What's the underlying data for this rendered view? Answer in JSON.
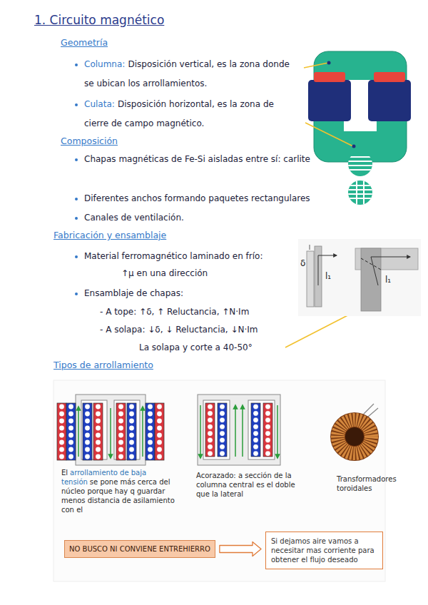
{
  "diagram": {
    "title": "1. Circuito magnético",
    "nodes": [
      {
        "text": [
          "NO BUSCO NI CONVIENE ENTREHIERRO"
        ]
      },
      {
        "text": [
          "Si dejamos aire vamos a necesitar mas corriente para obtener el flujo deseado"
        ]
      }
    ],
    "edges": [
      {
        "from": 0,
        "to": 1,
        "arrow": "to"
      }
    ],
    "labels": [
      "Geometría",
      "Columna:",
      "Disposición vertical, es la zona donde se ubican los arrollamientos.",
      "Culata:",
      "Disposición horizontal, es la zona de cierre de campo magnético.",
      "Composición",
      "Chapas magnéticas de Fe-Si aisladas entre sí: carlite",
      "Diferentes anchos formando paquetes rectangulares",
      "Canales de ventilación.",
      "Fabricación y ensamblaje",
      "Material ferromagnético laminado en frío:",
      "↑μ en una dirección",
      "Ensamblaje de chapas:",
      "- A tope: ↑δ, ↑ Reluctancia, ↑N·Im",
      "- A solapa: ↓δ, ↓ Reluctancia, ↓N·Im",
      "La solapa y corte a 40-50°",
      "Tipos de arrollamiento",
      "El",
      "arrollamiento de baja tensión",
      "se pone más cerca del núcleo porque hay q guardar menos distancia de asilamiento con el",
      "Acorazado: a sección de la columna central es el doble que la lateral",
      "Transformadores toroidales",
      "δ",
      "l₁",
      "l₁"
    ]
  }
}
